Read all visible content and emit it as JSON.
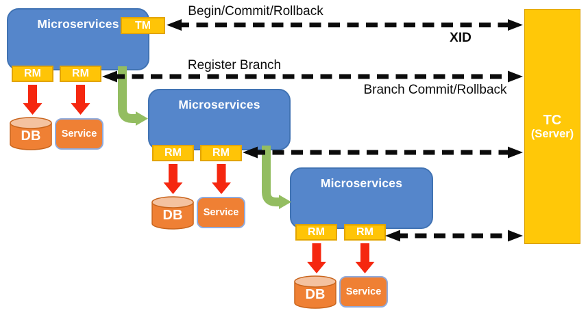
{
  "diagram": {
    "clusters": [
      {
        "name": "Microservices",
        "tm": "TM",
        "rm": [
          "RM",
          "RM"
        ],
        "db": "DB",
        "service": "Service"
      },
      {
        "name": "Microservices",
        "rm": [
          "RM",
          "RM"
        ],
        "db": "DB",
        "service": "Service"
      },
      {
        "name": "Microservices",
        "rm": [
          "RM",
          "RM"
        ],
        "db": "DB",
        "service": "Service"
      }
    ],
    "tc": {
      "name": "TC",
      "subtitle": "(Server)"
    },
    "messages": {
      "begin_commit_rollback": "Begin/Commit/Rollback",
      "xid": "XID",
      "register_branch": "Register Branch",
      "branch_commit_rollback": "Branch Commit/Rollback"
    },
    "colors": {
      "microservice_blue": "#5586CB",
      "badge_yellow": "#FFC407",
      "tc_yellow": "#FFC808",
      "resource_orange": "#EF8034",
      "flow_green": "#93BD61",
      "arrow_red": "#F5270F",
      "dash_black": "#0B0B0B"
    }
  }
}
